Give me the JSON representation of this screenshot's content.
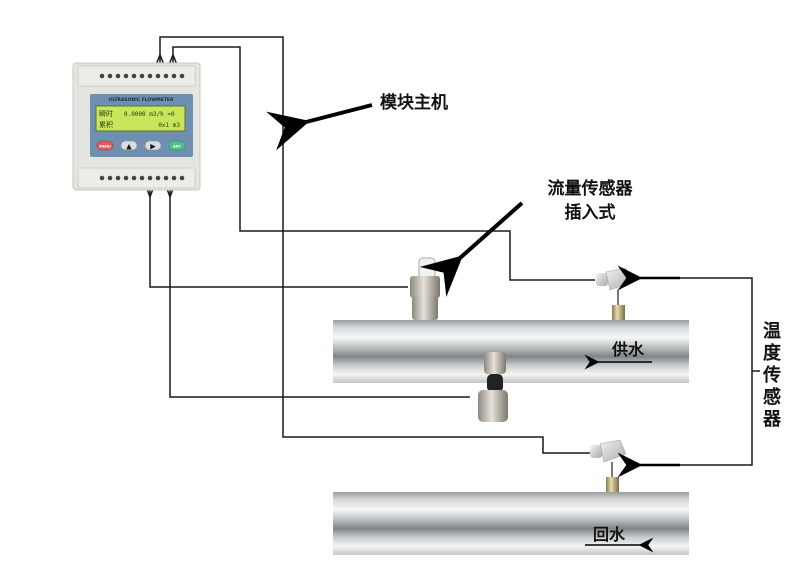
{
  "diagram": {
    "title": "Ultrasonic heat meter installation diagram",
    "colors": {
      "wire": "#1a1a1a",
      "arrow": "#000000",
      "pipe_dark": "#8a8f92",
      "pipe_light": "#f2f2f2",
      "device_body": "#e4e4e0",
      "device_panel": "#6f8fb0",
      "lcd": "#c8e65a",
      "menu_button": "#e05a5a",
      "ent_button": "#4ec08a",
      "nav_button": "#d8dce0"
    },
    "host_module": {
      "label": "模块主机",
      "brand_text": "ULTRASONIC FLOWMETER",
      "lcd_line1_label": "瞬时",
      "lcd_line1_value": "0.0000 m3/h =0",
      "lcd_line2_label": "累积",
      "lcd_line2_value": "0x1 m3",
      "buttons": [
        {
          "label": "MENU",
          "icon": "menu"
        },
        {
          "label": "▲",
          "icon": "up-arrow"
        },
        {
          "label": "▶",
          "icon": "right-arrow"
        },
        {
          "label": "ENT",
          "icon": "enter"
        }
      ],
      "top_terminal_count": 11,
      "bottom_terminal_count": 11
    },
    "flow_sensor": {
      "label_line1": "流量传感器",
      "label_line2": "插入式"
    },
    "temperature_sensor": {
      "label_chars": [
        "温",
        "度",
        "传",
        "感",
        "器"
      ]
    },
    "pipes": [
      {
        "name": "supply",
        "label": "供水",
        "flow_direction": "left"
      },
      {
        "name": "return",
        "label": "回水",
        "flow_direction": "right"
      }
    ]
  }
}
